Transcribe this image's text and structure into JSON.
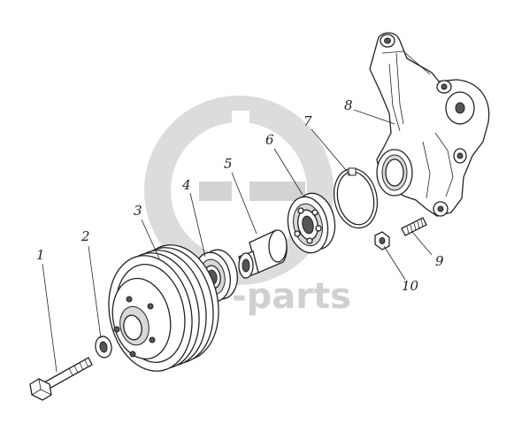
{
  "watermark": {
    "text": "-parts"
  },
  "callouts": [
    {
      "id": "1",
      "label": "1"
    },
    {
      "id": "2",
      "label": "2"
    },
    {
      "id": "3",
      "label": "3"
    },
    {
      "id": "4",
      "label": "4"
    },
    {
      "id": "5",
      "label": "5"
    },
    {
      "id": "6",
      "label": "6"
    },
    {
      "id": "7",
      "label": "7"
    },
    {
      "id": "8",
      "label": "8"
    },
    {
      "id": "9",
      "label": "9"
    },
    {
      "id": "10",
      "label": "10"
    }
  ]
}
